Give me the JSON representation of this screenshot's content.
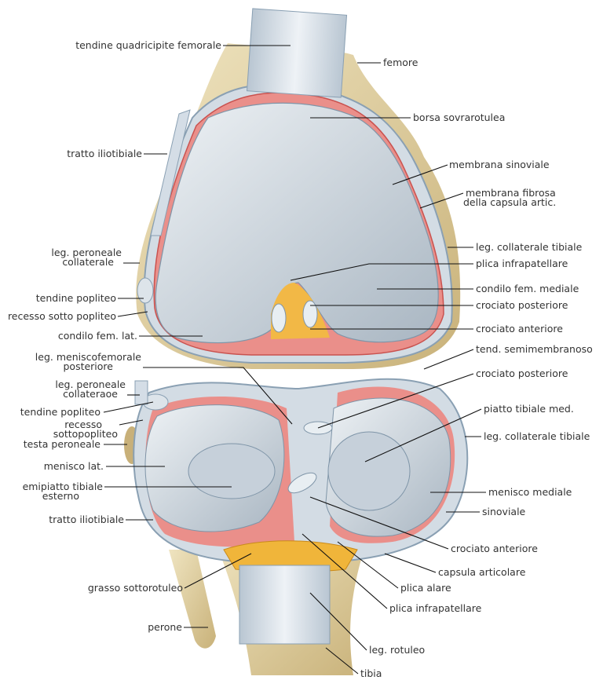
{
  "labels_left": {
    "quadriceps_tendon": "tendine quadricipite femorale",
    "iliotibial_tract_top": "tratto iliotibiale",
    "fibular_collateral_top_1": "leg. peroneale",
    "fibular_collateral_top_2": "collaterale",
    "popliteus_tendon_top": "tendine popliteo",
    "subpopliteal_recess_top": "recesso sotto popliteo",
    "lateral_condyle": "condilo fem. lat.",
    "meniscofemoral_1": "leg. meniscofemorale",
    "meniscofemoral_2": "posteriore",
    "fibular_collateral_bottom_1": "leg. peroneale",
    "fibular_collateral_bottom_2": "collateraoe",
    "popliteus_tendon_bottom": "tendine popliteo",
    "subpopliteal_recess_bottom_1": "recesso",
    "subpopliteal_recess_bottom_2": "sottopopliteo",
    "fibular_head": "testa peroneale",
    "lateral_meniscus": "menisco lat.",
    "lateral_plateau_1": "emipiatto tibiale",
    "lateral_plateau_2": "esterno",
    "iliotibial_tract_bottom": "tratto iliotibiale",
    "infrapatellar_fat": "grasso sottorotuleo",
    "fibula": "perone"
  },
  "labels_right": {
    "femur": "femore",
    "suprapatellar_bursa": "borsa sovrarotulea",
    "synovial_membrane": "membrana sinoviale",
    "fibrous_membrane_1": "membrana fibrosa",
    "fibrous_membrane_2": "della capsula artic.",
    "tibial_collateral_top": "leg. collaterale tibiale",
    "infrapatellar_plica_top": "plica infrapatellare",
    "medial_condyle": "condilo fem. mediale",
    "pcl_top": "crociato posteriore",
    "acl_top": "crociato anteriore",
    "semimembranosus": "tend. semimembranoso",
    "pcl_bottom": "crociato posteriore",
    "medial_plateau": "piatto tibiale med.",
    "tibial_collateral_bottom": "leg. collaterale tibiale",
    "medial_meniscus": "menisco mediale",
    "synovial": "sinoviale",
    "acl_bottom": "crociato anteriore",
    "joint_capsule": "capsula articolare",
    "alar_fold": "plica alare",
    "infrapatellar_plica_bottom": "plica infrapatellare",
    "patellar_ligament": "leg. rotuleo",
    "tibia": "tibia"
  },
  "colors": {
    "bone": "#e2d3a6",
    "cartilage": "#c9d3dc",
    "synovium": "#e88a86",
    "capsule": "#d9e2ea",
    "fat": "#f0b53a"
  }
}
